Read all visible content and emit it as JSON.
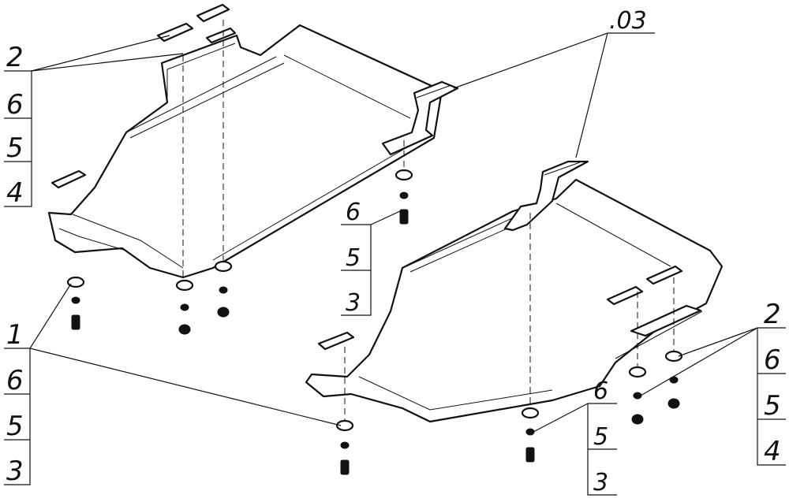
{
  "callouts": {
    "left_top": {
      "labels": [
        "2",
        "6",
        "5",
        "4"
      ]
    },
    "left_bottom": {
      "labels": [
        "1",
        "6",
        "5",
        "3"
      ]
    },
    "center": {
      "labels": [
        "6",
        "5",
        "3"
      ]
    },
    "right_bottom": {
      "labels": [
        "6",
        "5",
        "3"
      ]
    },
    "right": {
      "labels": [
        "2",
        "6",
        "5",
        "4"
      ]
    },
    "top_ref": ".03"
  }
}
